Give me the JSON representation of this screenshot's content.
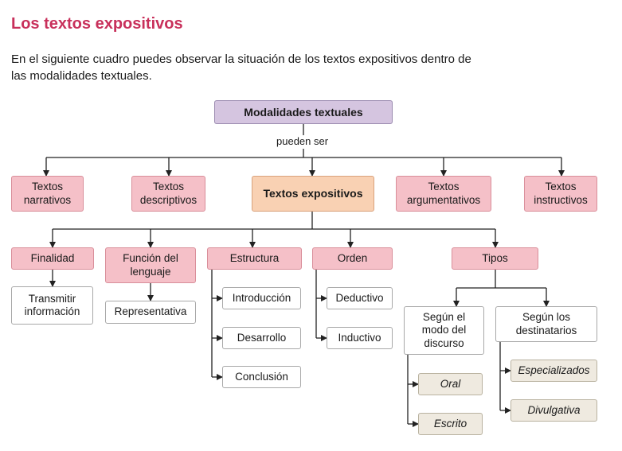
{
  "heading": "Los textos expositivos",
  "intro": "En el siguiente cuadro puedes observar la situación de los textos expositivos dentro de las modalidades textuales.",
  "diagram": {
    "root": "Modalidades textuales",
    "connector": "pueden ser",
    "modalidades": {
      "narrativos": "Textos narrativos",
      "descriptivos": "Textos descriptivos",
      "expositivos": "Textos expositivos",
      "argumentativos": "Textos argumentativos",
      "instructivos": "Textos instructivos"
    },
    "finalidad": {
      "label": "Finalidad",
      "value": "Transmitir información"
    },
    "funcion": {
      "label": "Función del lenguaje",
      "value": "Representativa"
    },
    "estructura": {
      "label": "Estructura",
      "items": [
        "Introducción",
        "Desarrollo",
        "Conclusión"
      ]
    },
    "orden": {
      "label": "Orden",
      "items": [
        "Deductivo",
        "Inductivo"
      ]
    },
    "tipos": {
      "label": "Tipos",
      "discurso": {
        "label": "Según el modo del discurso",
        "items": [
          "Oral",
          "Escrito"
        ]
      },
      "destinatarios": {
        "label": "Según los destinatarios",
        "items": [
          "Especializados",
          "Divulgativa"
        ]
      }
    }
  }
}
